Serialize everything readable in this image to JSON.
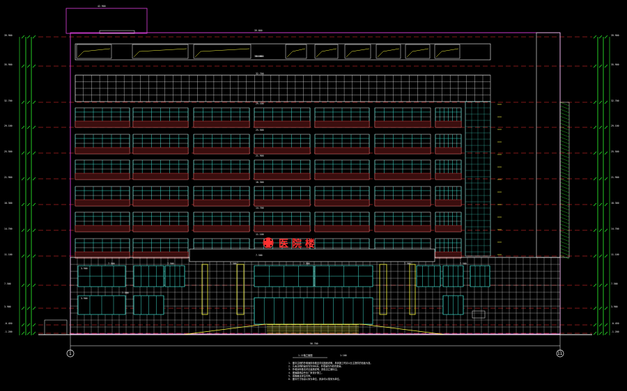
{
  "drawing": {
    "title": "1-11轴立面图",
    "scale": "1:100",
    "overall_width": "56.700",
    "top_dim": "42.900",
    "roof_level_label": "39.600",
    "stair_label": "36.600",
    "sign_text": "医 院 楼",
    "axis_left": "1",
    "axis_right": "11",
    "left_elevations": [
      "39.900",
      "35.900",
      "32.700",
      "29.100",
      "25.500",
      "21.900",
      "18.300",
      "14.700",
      "11.100",
      "7.500",
      "3.900",
      "-0.450",
      "-1.200"
    ],
    "right_elevations": [
      "39.900",
      "35.900",
      "32.700",
      "29.100",
      "25.500",
      "21.900",
      "18.300",
      "14.700",
      "11.100",
      "7.500",
      "3.900",
      "-0.450",
      "-1.200"
    ],
    "floor_labels": [
      "36.600",
      "32.700",
      "29.100",
      "25.500",
      "21.900",
      "18.300",
      "14.700",
      "11.100",
      "7.500"
    ],
    "podium_labels": [
      "7.500",
      "7.500",
      "7.500",
      "7.500",
      "7.500",
      "7.500",
      "7.500"
    ],
    "ground_labels": [
      "3.900",
      "3.900"
    ],
    "notes": [
      "1. 图中注明的外墙面颜色做法详见图纸说明，具体施工时请以业主提供的色板为准。",
      "2. 凡未注明的窗台均为900高，外墙窗均为铝合金窗。",
      "3. 外墙涂料做法详见建施说明，颜色见立面标注。",
      "4. 玻璃幕墙由专业厂家设计施工。",
      "5. 雨篷做法详见大样。",
      "6. 图中尺寸标高以米为单位，其余均以毫米为单位。"
    ],
    "colors": {
      "background": "#000000",
      "outline": "#e040e0",
      "grid": "#ffffff",
      "window": "#40e0d0",
      "dim": "#30ff30",
      "levels": "#ff3030",
      "text": "#ffffff",
      "accent": "#ffff40"
    }
  }
}
